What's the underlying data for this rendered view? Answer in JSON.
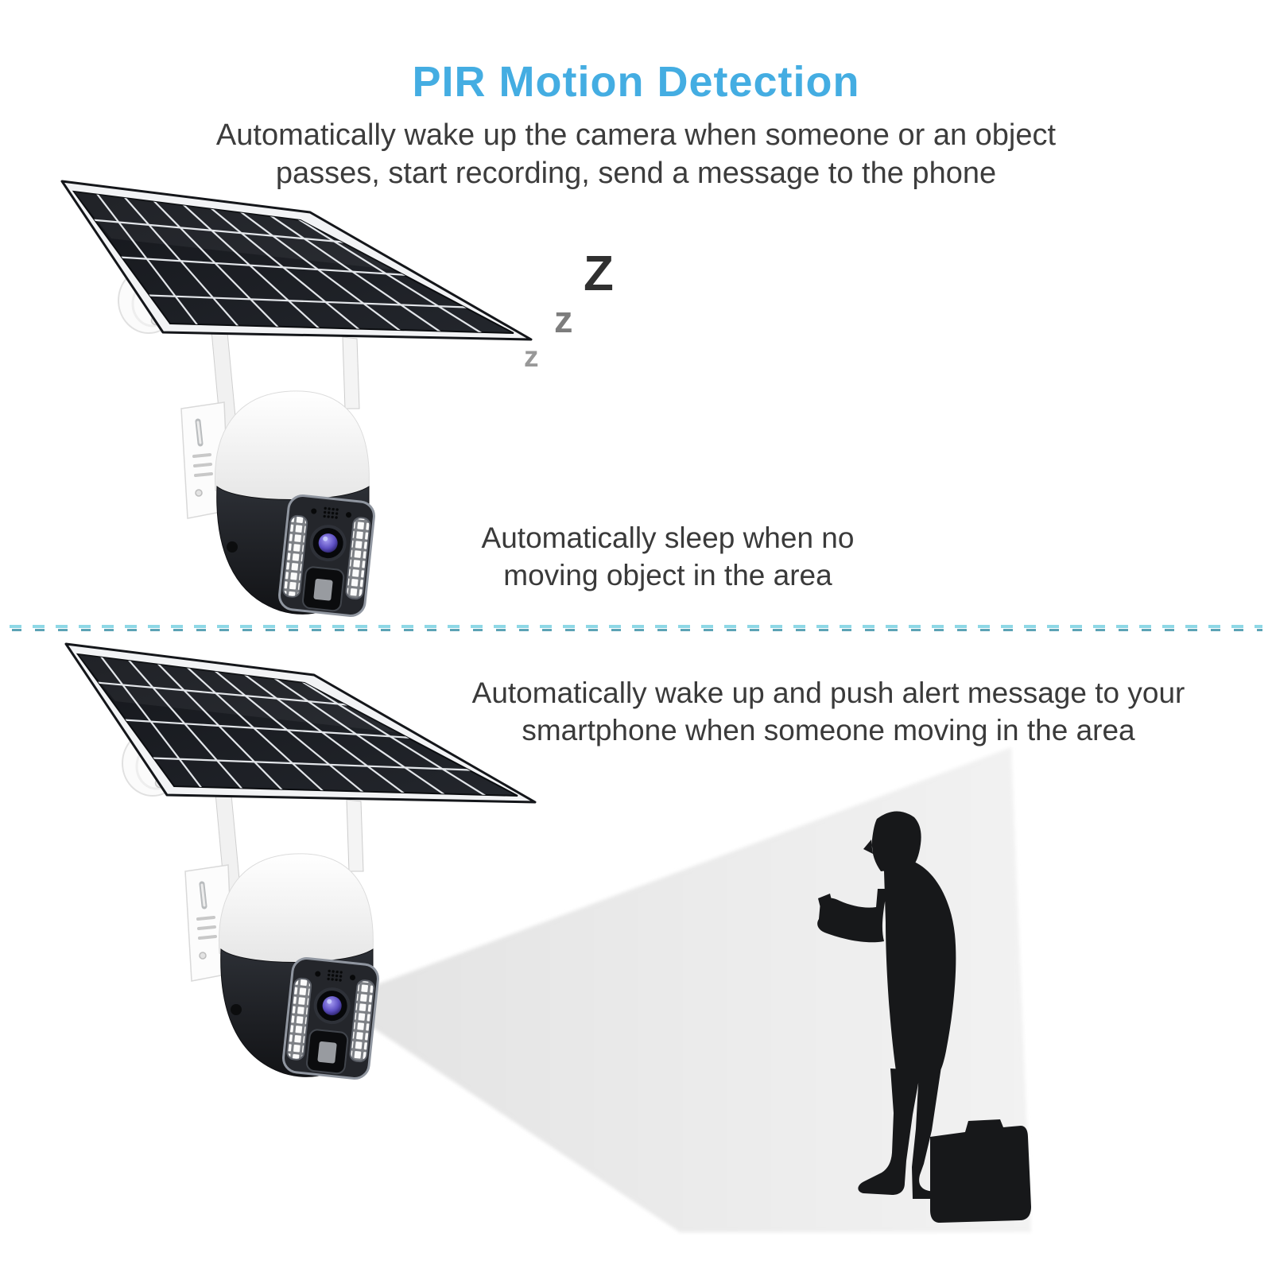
{
  "page": {
    "title": "PIR Motion Detection",
    "subtitle_line1": "Automatically wake up the camera when someone or an object",
    "subtitle_line2": "passes, start recording, send a message to the phone"
  },
  "sections": {
    "sleep": {
      "caption_line1": "Automatically sleep when no",
      "caption_line2": "moving object in the area",
      "zzz": [
        "Z",
        "z",
        "z"
      ]
    },
    "wake": {
      "caption_line1": "Automatically wake up and push alert message to your",
      "caption_line2": "smartphone when someone moving in the area"
    }
  },
  "icons": {
    "solar_panel": "solar-panel",
    "camera": "ptz-security-camera",
    "wall_mount": "wall-mount-disc",
    "antenna": "wifi-antenna",
    "sleep_symbol": "sleep-zzz",
    "beam": "detection-light-beam",
    "person": "man-with-phone-silhouette",
    "briefcase": "briefcase",
    "divider": "dashed-divider-line"
  },
  "colors": {
    "title_blue": "#44ADE2",
    "text_dark": "#3a3a3a",
    "divider_teal": "#54C2D6",
    "beam_gray": "#e9e9e9",
    "silhouette": "#17181a",
    "panel_black": "#16181d",
    "lens_violet": "#5d4fc2"
  }
}
